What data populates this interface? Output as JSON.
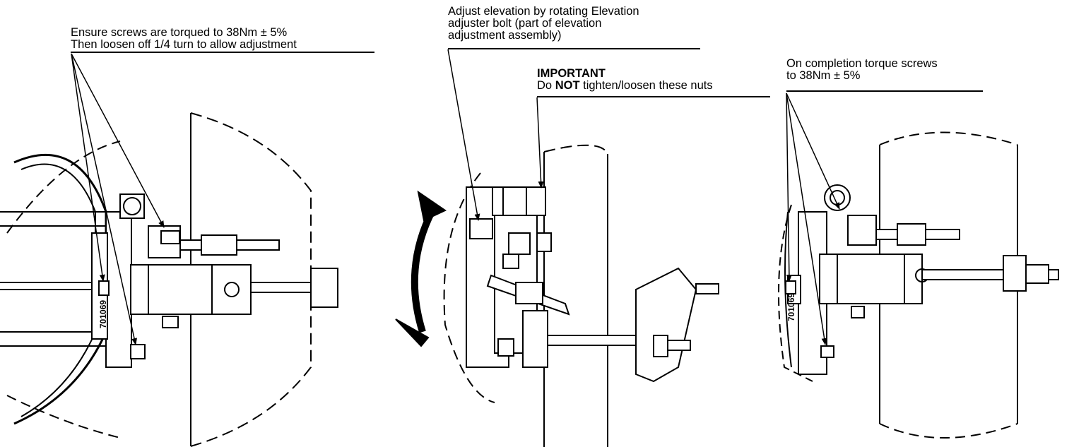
{
  "panel_left": {
    "note_line1": "Ensure screws are torqued to 38Nm ± 5%",
    "note_line2": "Then loosen off 1/4 turn to allow adjustment",
    "part_number": "701069"
  },
  "panel_center": {
    "note_line1": "Adjust elevation by rotating Elevation",
    "note_line2": "adjuster bolt (part of elevation",
    "note_line3": "adjustment assembly)",
    "important_heading": "IMPORTANT",
    "warning_prefix": "Do ",
    "warning_emphasis": "NOT",
    "warning_suffix": " tighten/loosen these nuts"
  },
  "panel_right": {
    "note_line1": "On completion torque screws",
    "note_line2": "to 38Nm ± 5%",
    "part_number": "701069"
  }
}
